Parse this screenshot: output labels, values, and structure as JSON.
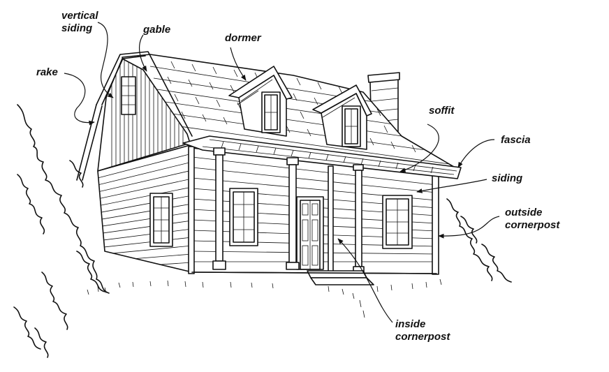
{
  "labels": {
    "vertical_siding": [
      "vertical",
      "siding"
    ],
    "gable": "gable",
    "rake": "rake",
    "dormer": "dormer",
    "soffit": "soffit",
    "fascia": "fascia",
    "siding": "siding",
    "outside_cornerpost": [
      "outside",
      "cornerpost"
    ],
    "inside_cornerpost": [
      "inside",
      "cornerpost"
    ]
  },
  "colors": {
    "ink": "#111111",
    "paper": "#ffffff"
  }
}
